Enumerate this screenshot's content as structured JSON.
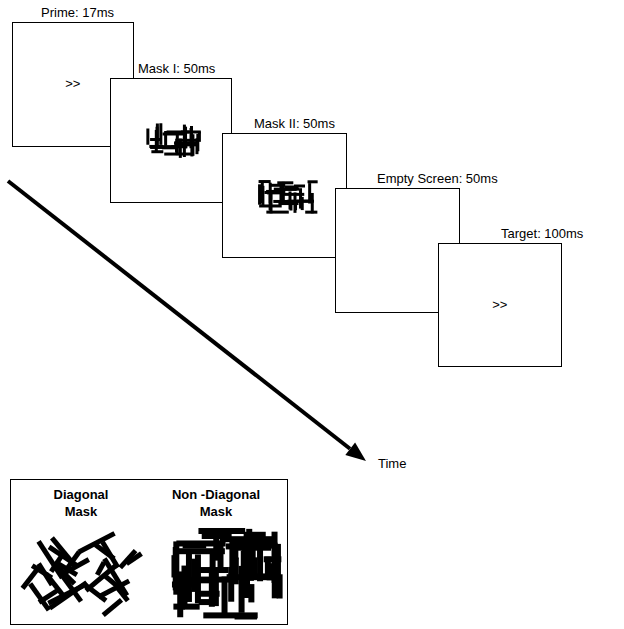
{
  "diagram": {
    "nodes": [
      {
        "text": [
          "Prime: 17ms",
          ">>"
        ]
      },
      {
        "text": [
          "Mask I: 50ms"
        ]
      },
      {
        "text": [
          "Mask II: 50ms"
        ]
      },
      {
        "text": [
          "Empty Screen: 50ms"
        ]
      },
      {
        "text": [
          "Target: 100ms",
          ">>"
        ]
      },
      {
        "text": [
          "Diagonal Mask",
          "Non -Diagonal Mask"
        ]
      }
    ],
    "labels": [
      "Time"
    ]
  }
}
